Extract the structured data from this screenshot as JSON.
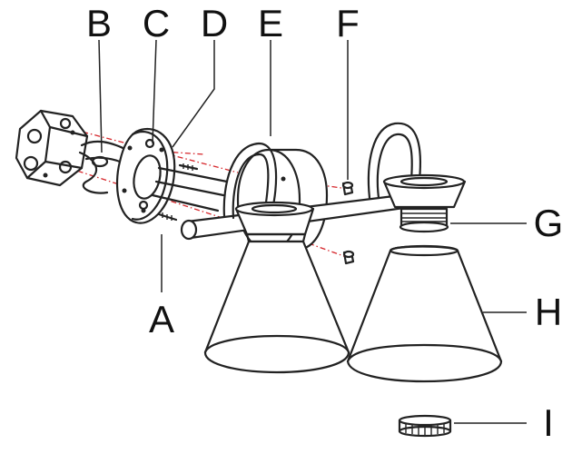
{
  "diagram": {
    "labels": {
      "A": "A",
      "B": "B",
      "C": "C",
      "D": "D",
      "E": "E",
      "F": "F",
      "G": "G",
      "H": "H",
      "I": "I"
    },
    "colors": {
      "line": "#222222",
      "guide": "#d6262b",
      "background": "#ffffff"
    }
  }
}
